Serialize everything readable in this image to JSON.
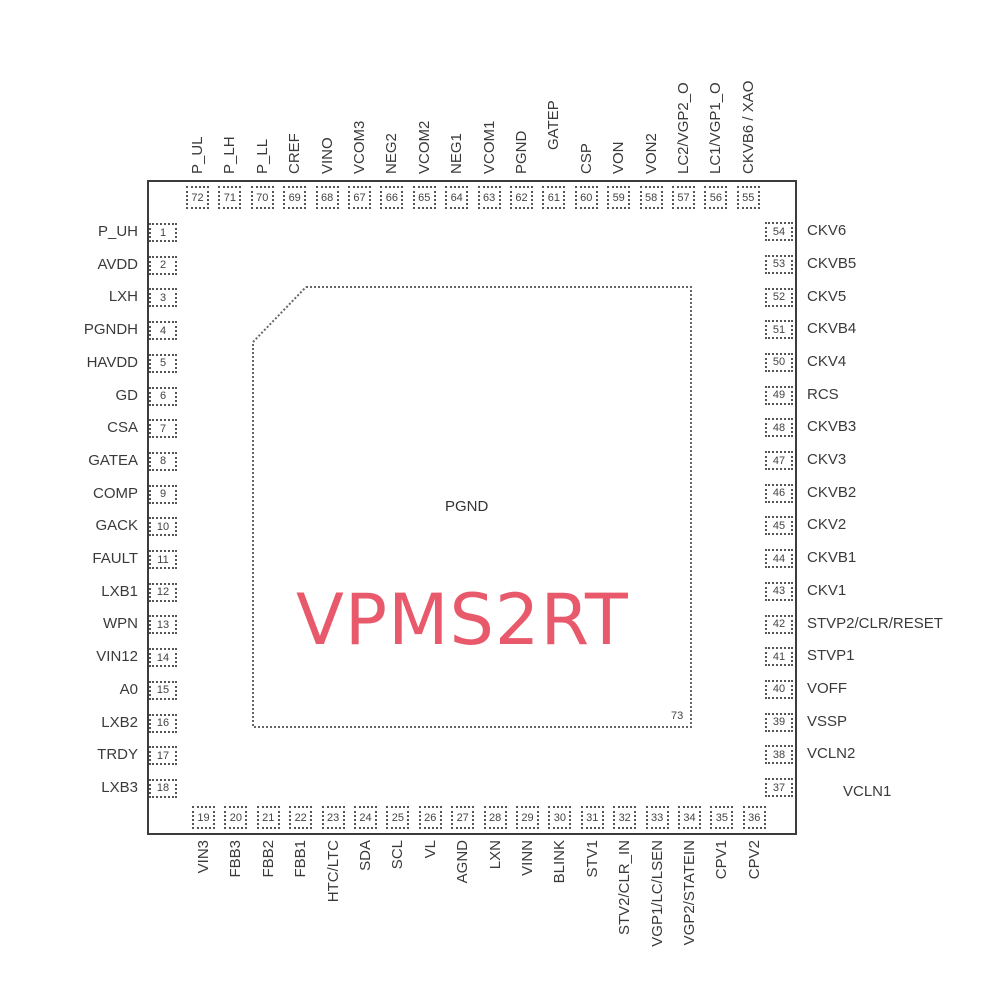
{
  "chip": {
    "name": "VPMS2RT",
    "name_color": "#e85a6b"
  },
  "exposed_pad": {
    "label": "PGND",
    "pin": "73"
  },
  "pins_left": [
    {
      "num": "1",
      "name": "P_UH"
    },
    {
      "num": "2",
      "name": "AVDD"
    },
    {
      "num": "3",
      "name": "LXH"
    },
    {
      "num": "4",
      "name": "PGNDH"
    },
    {
      "num": "5",
      "name": "HAVDD"
    },
    {
      "num": "6",
      "name": "GD"
    },
    {
      "num": "7",
      "name": "CSA"
    },
    {
      "num": "8",
      "name": "GATEA"
    },
    {
      "num": "9",
      "name": "COMP"
    },
    {
      "num": "10",
      "name": "GACK"
    },
    {
      "num": "11",
      "name": "FAULT"
    },
    {
      "num": "12",
      "name": "LXB1"
    },
    {
      "num": "13",
      "name": "WPN"
    },
    {
      "num": "14",
      "name": "VIN12"
    },
    {
      "num": "15",
      "name": "A0"
    },
    {
      "num": "16",
      "name": "LXB2"
    },
    {
      "num": "17",
      "name": "TRDY"
    },
    {
      "num": "18",
      "name": "LXB3"
    }
  ],
  "pins_bottom": [
    {
      "num": "19",
      "name": "VIN3"
    },
    {
      "num": "20",
      "name": "FBB3"
    },
    {
      "num": "21",
      "name": "FBB2"
    },
    {
      "num": "22",
      "name": "FBB1"
    },
    {
      "num": "23",
      "name": "HTC/LTC"
    },
    {
      "num": "24",
      "name": "SDA"
    },
    {
      "num": "25",
      "name": "SCL"
    },
    {
      "num": "26",
      "name": "VL"
    },
    {
      "num": "27",
      "name": "AGND"
    },
    {
      "num": "28",
      "name": "LXN"
    },
    {
      "num": "29",
      "name": "VINN"
    },
    {
      "num": "30",
      "name": "BLINK"
    },
    {
      "num": "31",
      "name": "STV1"
    },
    {
      "num": "32",
      "name": "STV2/CLR_IN"
    },
    {
      "num": "33",
      "name": "VGP1/LC/LSEN"
    },
    {
      "num": "34",
      "name": "VGP2/STATEIN"
    },
    {
      "num": "35",
      "name": "CPV1"
    },
    {
      "num": "36",
      "name": "CPV2"
    }
  ],
  "pins_right": [
    {
      "num": "37",
      "name": "VCLN1"
    },
    {
      "num": "38",
      "name": "VCLN2"
    },
    {
      "num": "39",
      "name": "VSSP"
    },
    {
      "num": "40",
      "name": "VOFF"
    },
    {
      "num": "41",
      "name": "STVP1"
    },
    {
      "num": "42",
      "name": "STVP2/CLR/RESET"
    },
    {
      "num": "43",
      "name": "CKV1"
    },
    {
      "num": "44",
      "name": "CKVB1"
    },
    {
      "num": "45",
      "name": "CKV2"
    },
    {
      "num": "46",
      "name": "CKVB2"
    },
    {
      "num": "47",
      "name": "CKV3"
    },
    {
      "num": "48",
      "name": "CKVB3"
    },
    {
      "num": "49",
      "name": "RCS"
    },
    {
      "num": "50",
      "name": "CKV4"
    },
    {
      "num": "51",
      "name": "CKVB4"
    },
    {
      "num": "52",
      "name": "CKV5"
    },
    {
      "num": "53",
      "name": "CKVB5"
    },
    {
      "num": "54",
      "name": "CKV6"
    }
  ],
  "pins_top": [
    {
      "num": "55",
      "name": "CKVB6 / XAO"
    },
    {
      "num": "56",
      "name": "LC1/VGP1_O"
    },
    {
      "num": "57",
      "name": "LC2/VGP2_O"
    },
    {
      "num": "58",
      "name": "VON2"
    },
    {
      "num": "59",
      "name": "VON"
    },
    {
      "num": "60",
      "name": "CSP"
    },
    {
      "num": "61",
      "name": "GATEP"
    },
    {
      "num": "62",
      "name": "PGND"
    },
    {
      "num": "63",
      "name": "VCOM1"
    },
    {
      "num": "64",
      "name": "NEG1"
    },
    {
      "num": "65",
      "name": "VCOM2"
    },
    {
      "num": "66",
      "name": "NEG2"
    },
    {
      "num": "67",
      "name": "VCOM3"
    },
    {
      "num": "68",
      "name": "VINO"
    },
    {
      "num": "69",
      "name": "CREF"
    },
    {
      "num": "70",
      "name": "P_LL"
    },
    {
      "num": "71",
      "name": "P_LH"
    },
    {
      "num": "72",
      "name": "P_UL"
    }
  ]
}
